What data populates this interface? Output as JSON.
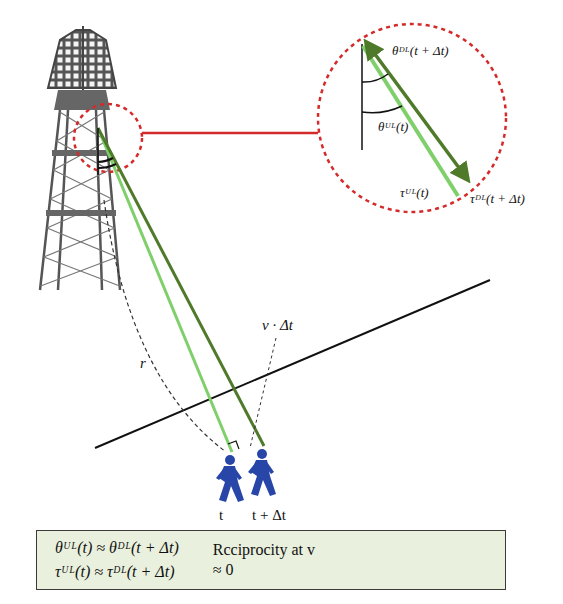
{
  "diagram": {
    "nodes": [
      {
        "text": [
          "θᵁᴸ(t) ≈ θᴰᴸ(t + Δt)",
          "τᵁᴸ(t) ≈ τᴰᴸ(t + Δt)",
          "Rcciprocity at v ≈ 0"
        ]
      }
    ],
    "labels": [
      "θᴰᴸ(t + Δt)",
      "θᵁᴸ(t)",
      "τᴰᴸ(t + Δt)",
      "τᵁᴸ(t)",
      "r",
      "v · Δt",
      "t",
      "t + Δt"
    ]
  }
}
